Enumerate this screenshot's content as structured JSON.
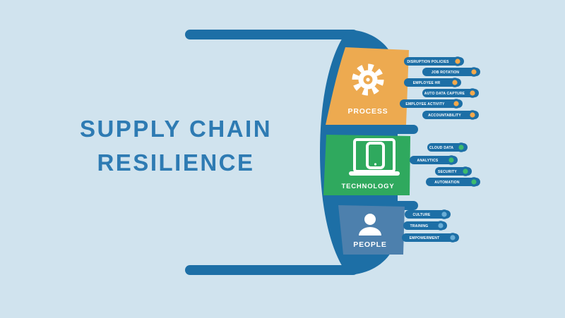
{
  "title": {
    "line1": "SUPPLY CHAIN",
    "line2": "RESILIENCE"
  },
  "colors": {
    "background": "#d0e3ee",
    "frame": "#1d6fa6",
    "title": "#2e7bb3",
    "process": "#edaa50",
    "technology": "#2fa95e",
    "people": "#4d80ad",
    "process_dot": "#f5a94b",
    "technology_dot": "#3dbb6d",
    "people_dot": "#6aaed6",
    "pill": "#1d6fa6",
    "pill_text": "#ffffff"
  },
  "categories": [
    {
      "name": "PROCESS",
      "icon": "gear-icon",
      "color": "#edaa50",
      "dot_color": "#f5a94b",
      "items": [
        "DISRUPTION POLICIES",
        "JOB ROTATION",
        "EMPLOYEE HR",
        "AUTO DATA CAPTURE",
        "EMPLOYEE ACTIVITY",
        "ACCOUNTABILITY"
      ]
    },
    {
      "name": "TECHNOLOGY",
      "icon": "laptop-icon",
      "color": "#2fa95e",
      "dot_color": "#3dbb6d",
      "items": [
        "CLOUD DATA",
        "ANALYTICS",
        "SECURITY",
        "AUTOMATION"
      ]
    },
    {
      "name": "PEOPLE",
      "icon": "person-icon",
      "color": "#4d80ad",
      "dot_color": "#6aaed6",
      "items": [
        "CULTURE",
        "TRAINING",
        "EMPOWERMENT"
      ]
    }
  ]
}
